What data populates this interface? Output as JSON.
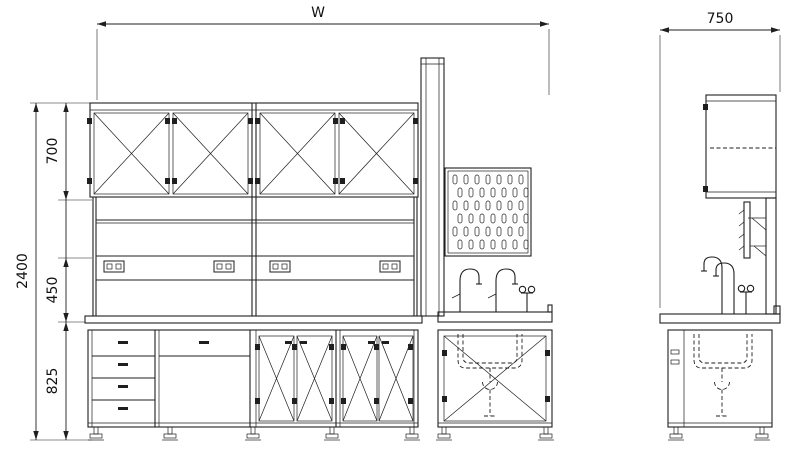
{
  "dimensions": {
    "width": "W",
    "depth": "750",
    "overall_height": "2400",
    "wall_cabinet_height": "700",
    "splashback_height": "450",
    "base_cabinet_height": "825"
  },
  "colors": {
    "line": "#1f1f1f",
    "background": "#ffffff"
  }
}
